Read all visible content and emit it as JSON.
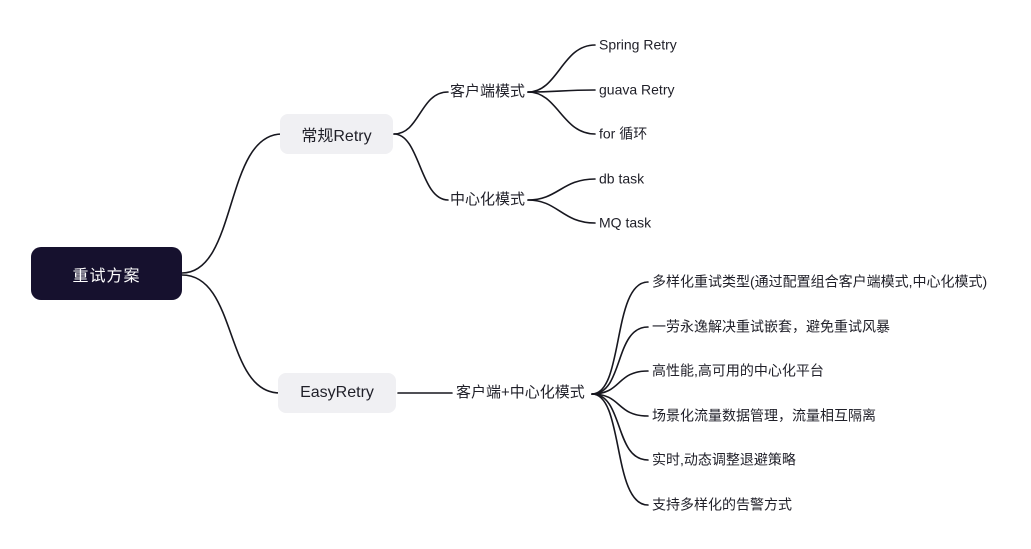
{
  "mindmap": {
    "root": {
      "label": "重试方案"
    },
    "branches": {
      "regular": {
        "label": "常规Retry",
        "children": {
          "client_mode": {
            "label": "客户端模式",
            "leaves": [
              "Spring Retry",
              "guava Retry",
              "for 循环"
            ]
          },
          "central_mode": {
            "label": "中心化模式",
            "leaves": [
              "db task",
              "MQ task"
            ]
          }
        }
      },
      "easyretry": {
        "label": "EasyRetry",
        "children": {
          "combined_mode": {
            "label": "客户端+中心化模式",
            "leaves": [
              "多样化重试类型(通过配置组合客户端模式,中心化模式)",
              "一劳永逸解决重试嵌套，避免重试风暴",
              "高性能,高可用的中心化平台",
              "场景化流量数据管理，流量相互隔离",
              "实时,动态调整退避策略",
              "支持多样化的告警方式"
            ]
          }
        }
      }
    },
    "colors": {
      "root_bg": "#16112e",
      "root_text": "#ffffff",
      "branch_bg": "#f0f0f3",
      "line": "#17171f",
      "text": "#1f1f28"
    }
  }
}
